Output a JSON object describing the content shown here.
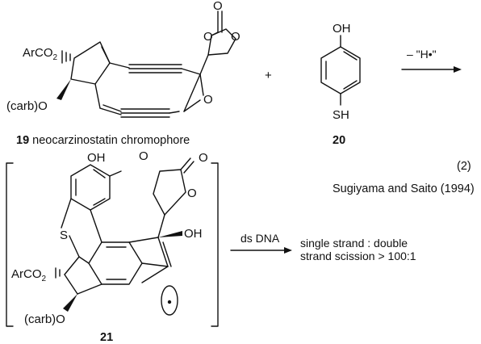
{
  "compound19": {
    "arco2": "ArCO",
    "arco2_sub": "2",
    "carbO": "(carb)O",
    "O_carb_top": "O",
    "O_ring_a": "O",
    "O_ring_b": "O",
    "O_epox": "O",
    "label_number": "19",
    "label_text": " neocarzinostatin chromophore"
  },
  "plus": "+",
  "compound20": {
    "oh": "OH",
    "sh": "SH",
    "label_number": "20"
  },
  "arrow1_label": "– \"H•\"",
  "eq_number": "(2)",
  "citation": "Sugiyama and Saito (1994)",
  "compound21": {
    "oh_top": "OH",
    "S": "S",
    "O_carb_top": "O",
    "O_ring_a": "O",
    "O_ring_b": "O",
    "oh_side": "OH",
    "arco2": "ArCO",
    "arco2_sub": "2",
    "carbO": "(carb)O",
    "label_number": "21"
  },
  "arrow2_label": "ds DNA",
  "result_line1": "single strand : double",
  "result_line2": "strand scission > 100:1"
}
